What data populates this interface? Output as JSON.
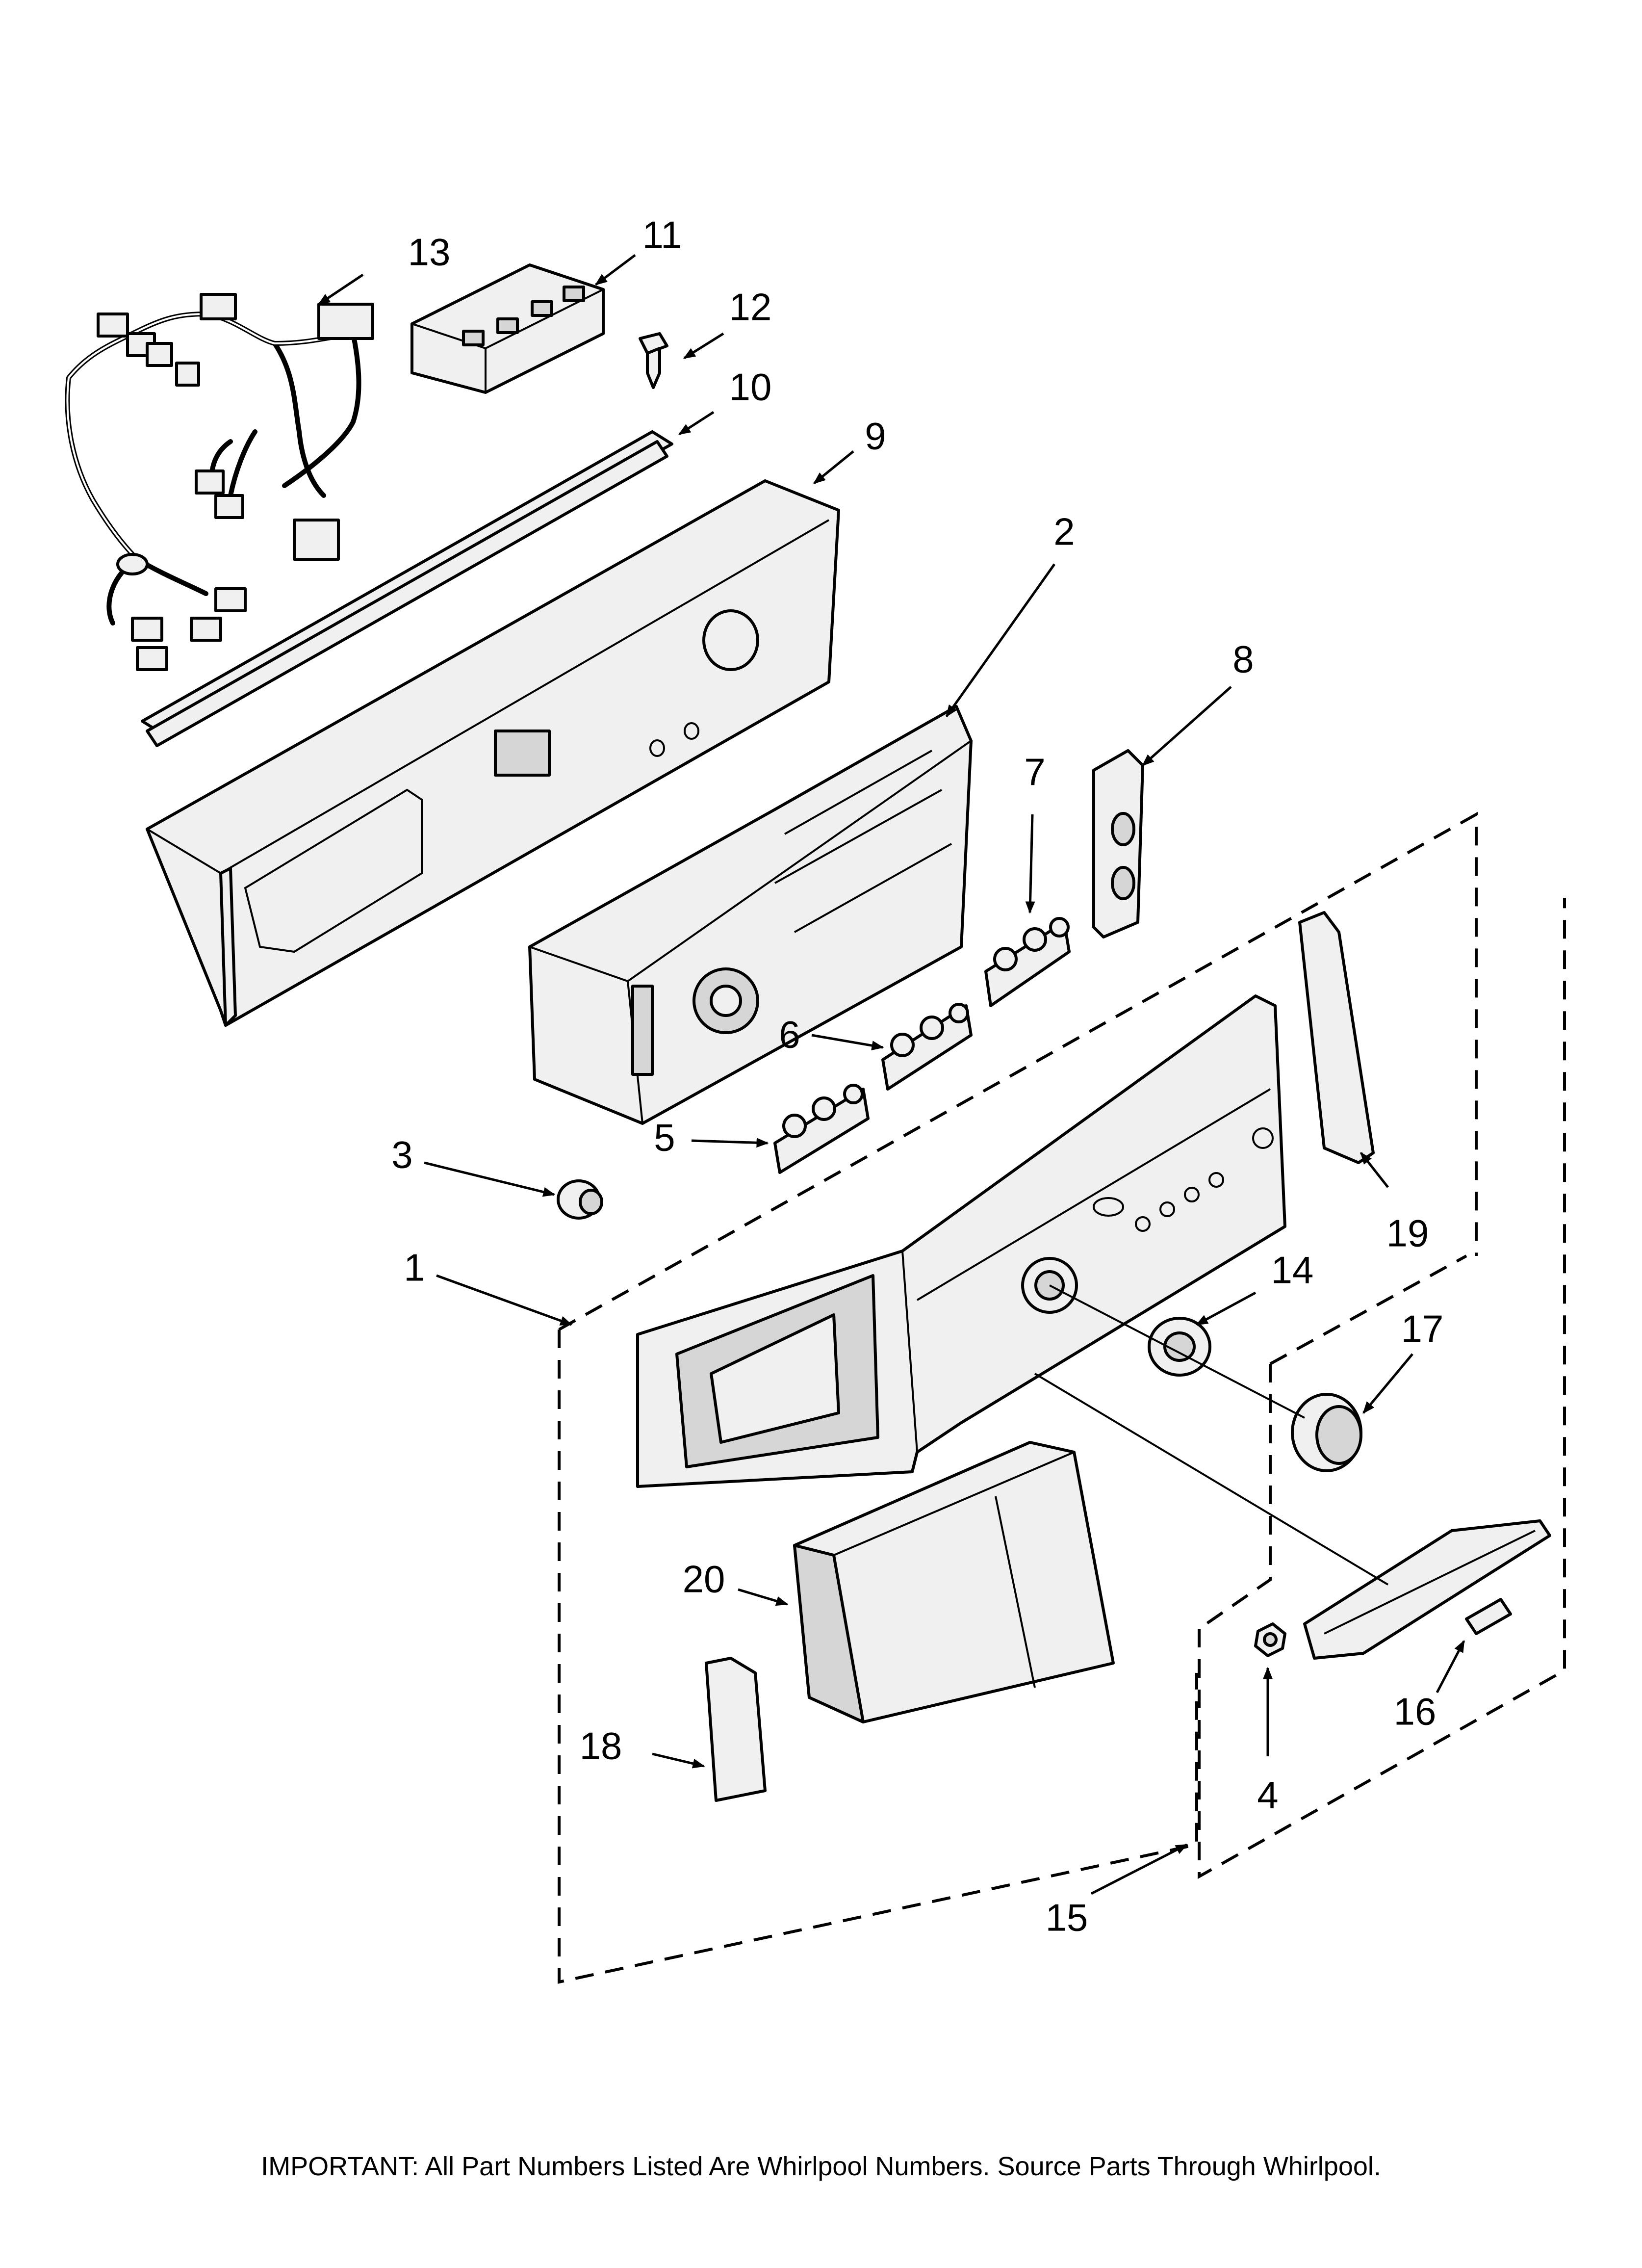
{
  "callouts": {
    "c1": "1",
    "c2": "2",
    "c3": "3",
    "c4": "4",
    "c5": "5",
    "c6": "6",
    "c7": "7",
    "c8": "8",
    "c9": "9",
    "c10": "10",
    "c11": "11",
    "c12": "12",
    "c13": "13",
    "c14": "14",
    "c15": "15",
    "c16": "16",
    "c17": "17",
    "c18": "18",
    "c19": "19",
    "c20": "20"
  },
  "footer": "IMPORTANT: All Part Numbers Listed Are Whirlpool Numbers. Source Parts Through Whirlpool.",
  "colors": {
    "line": "#000000",
    "background": "#ffffff",
    "part_fill": "#f0f0f0"
  }
}
